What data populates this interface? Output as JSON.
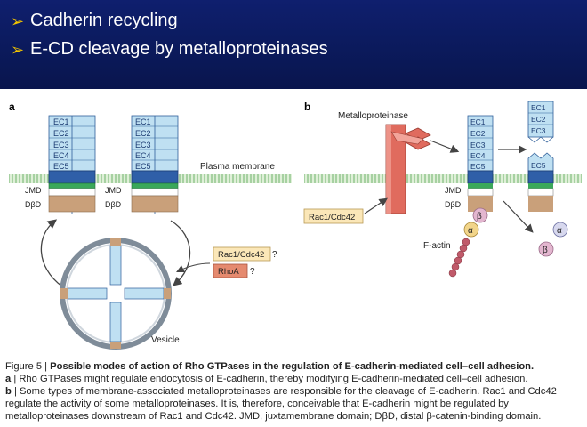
{
  "header": {
    "bullets": [
      {
        "marker": "➢",
        "text": "Cadherin recycling"
      },
      {
        "marker": "➢",
        "text": "E-CD cleavage by metalloproteinases"
      }
    ]
  },
  "panel_a": {
    "letter": "a",
    "domains": [
      "EC1",
      "EC2",
      "EC3",
      "EC4",
      "EC5"
    ],
    "membrane_label": "Plasma membrane",
    "jmd_label": "JMD",
    "dbd_label": "DβD",
    "vesicle_label": "Vesicle",
    "rac_label": "Rac1/Cdc42",
    "rhoa_label": "RhoA",
    "question": "?"
  },
  "panel_b": {
    "letter": "b",
    "metallo_label": "Metalloproteinase",
    "domains": [
      "EC1",
      "EC2",
      "EC3",
      "EC4",
      "EC5"
    ],
    "cleaved_domains": [
      "EC1",
      "EC2",
      "EC3"
    ],
    "cleaved_stub": "EC5",
    "jmd_label": "JMD",
    "dbd_label": "DβD",
    "rac_label": "Rac1/Cdc42",
    "factin_label": "F-actin",
    "alpha": "α",
    "beta": "β"
  },
  "caption": {
    "figure": "Figure 5 | ",
    "title": "Possible modes of action of Rho GTPases in the regulation of E-cadherin-mediated cell–cell adhesion.",
    "a_letter": "a",
    "a_text": " | Rho GTPases might regulate endocytosis of E-cadherin, thereby modifying E-cadherin-mediated cell–cell adhesion.",
    "b_letter": "b",
    "b_text": " | Some types of membrane-associated metalloproteinases are responsible for the cleavage of E-cadherin. Rac1 and Cdc42 regulate the activity of some metalloproteinases. It is, therefore, conceivable that E-cadherin might be regulated by metalloproteinases downstream of Rac1 and Cdc42. JMD, juxtamembrane domain; DβD, distal β-catenin-binding domain."
  },
  "colors": {
    "header_bg": "#0b1a5c",
    "bullet": "#f2c400",
    "ec_fill": "#bfe0f2",
    "ec_stroke": "#2f5f9a",
    "ec5_fill": "#2f5fa8",
    "jmd_fill": "#3aa85a",
    "dbd_fill": "#c9a07a",
    "membrane": "#8fc48c",
    "metallo": "#e06b5e",
    "rac_box": "#fbe7b8",
    "rhoa_box": "#e58a6f",
    "catenin": "#e3b6cf"
  }
}
